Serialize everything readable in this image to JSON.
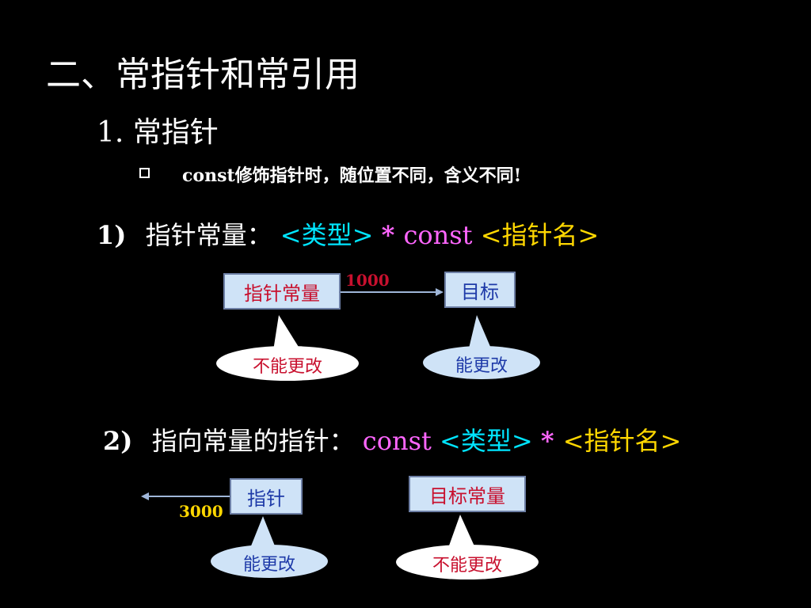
{
  "title": "二、常指针和常引用",
  "section": "1. 常指针",
  "bullet": "const修饰指针时，随位置不同，含义不同!",
  "case1": {
    "num": "1)",
    "label": "指针常量：",
    "syntax": {
      "a": "<类型>",
      "b": " * ",
      "c": "const",
      "d": "<指针名>"
    },
    "box_pointer": "指针常量",
    "box_target": "目标",
    "addr": "1000",
    "callout_left": "不能更改",
    "callout_right": "能更改"
  },
  "case2": {
    "num": "2)",
    "label": "指向常量的指针：",
    "syntax": {
      "a": "const",
      "b": "<类型>",
      "c": " * ",
      "d": "<指针名>"
    },
    "box_pointer": "指针",
    "box_target": "目标常量",
    "addr": "3000",
    "callout_left": "能更改",
    "callout_right": "不能更改"
  },
  "colors": {
    "cyan": "#00e5ff",
    "magenta": "#ff66ff",
    "yellow": "#ffd700",
    "box_fill": "#cfe3f7",
    "red_text": "#c8102e",
    "blue_text": "#1e3aa8"
  }
}
